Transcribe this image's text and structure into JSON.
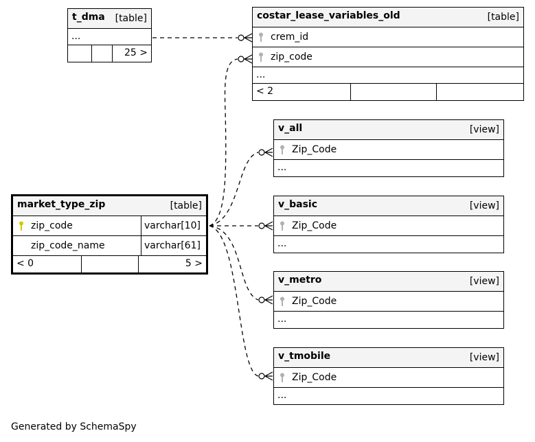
{
  "tables": {
    "t_dma": {
      "name": "t_dma",
      "kind": "[table]",
      "ellipsis": "...",
      "counts": [
        "",
        "",
        "25 >"
      ]
    },
    "costar": {
      "name": "costar_lease_variables_old",
      "kind": "[table]",
      "columns": [
        {
          "name": "crem_id"
        },
        {
          "name": "zip_code"
        }
      ],
      "ellipsis": "...",
      "counts": [
        "< 2",
        "",
        ""
      ]
    },
    "v_all": {
      "name": "v_all",
      "kind": "[view]",
      "columns": [
        {
          "name": "Zip_Code"
        }
      ],
      "ellipsis": "..."
    },
    "v_basic": {
      "name": "v_basic",
      "kind": "[view]",
      "columns": [
        {
          "name": "Zip_Code"
        }
      ],
      "ellipsis": "..."
    },
    "v_metro": {
      "name": "v_metro",
      "kind": "[view]",
      "columns": [
        {
          "name": "Zip_Code"
        }
      ],
      "ellipsis": "..."
    },
    "v_tmobile": {
      "name": "v_tmobile",
      "kind": "[view]",
      "columns": [
        {
          "name": "Zip_Code"
        }
      ],
      "ellipsis": "..."
    },
    "market_type_zip": {
      "name": "market_type_zip",
      "kind": "[table]",
      "columns": [
        {
          "name": "zip_code",
          "type": "varchar[10]"
        },
        {
          "name": "zip_code_name",
          "type": "varchar[61]"
        }
      ],
      "counts": [
        "< 0",
        "",
        "5 >"
      ]
    }
  },
  "colors": {
    "primary_key": "#d4c800",
    "foreign_key": "#b0b0b0",
    "header_bg": "#f4f4f4"
  },
  "footer": "Generated by SchemaSpy"
}
